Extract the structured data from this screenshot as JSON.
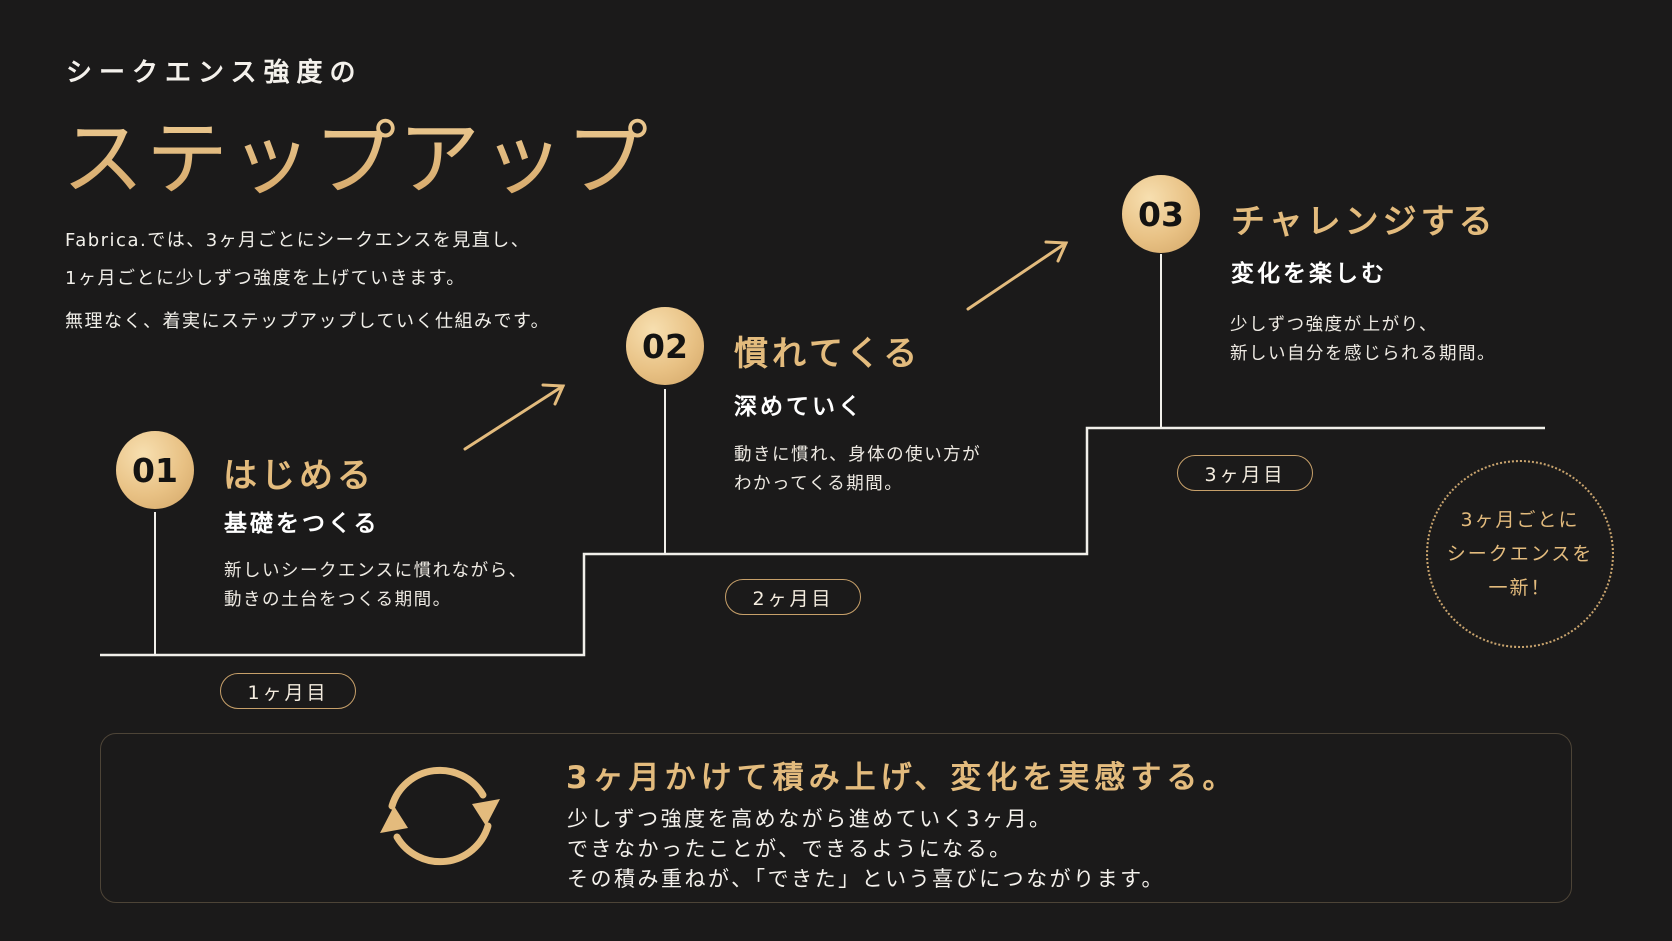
{
  "header": {
    "eyebrow": "シークエンス強度の",
    "title": "ステップアップ",
    "intro_lines": [
      "Fabrica.では、3ヶ月ごとにシークエンスを見直し、",
      "1ヶ月ごとに少しずつ強度を上げていきます。"
    ],
    "intro_highlight": "無理なく、着実にステップアップしていく仕組みです。"
  },
  "steps": [
    {
      "number": "01",
      "title": "はじめる",
      "subtitle": "基礎をつくる",
      "desc_lines": [
        "新しいシークエンスに慣れながら、",
        "動きの土台をつくる期間。"
      ],
      "month": "1ヶ月目"
    },
    {
      "number": "02",
      "title": "慣れてくる",
      "subtitle": "深めていく",
      "desc_lines": [
        "動きに慣れ、身体の使い方が",
        "わかってくる期間。"
      ],
      "month": "2ヶ月目"
    },
    {
      "number": "03",
      "title": "チャレンジする",
      "subtitle": "変化を楽しむ",
      "desc_lines": [
        "少しずつ強度が上がり、",
        "新しい自分を感じられる期間。"
      ],
      "month": "3ヶ月目"
    }
  ],
  "renewal_badge": {
    "lines": [
      "3ヶ月ごとに",
      "シークエンスを",
      "一新！"
    ]
  },
  "summary": {
    "icon": "cycle-arrows-icon",
    "title": "3ヶ月かけて積み上げ、変化を実感する。",
    "lines": [
      "少しずつ強度を高めながら進めていく3ヶ月。",
      "できなかったことが、できるようになる。",
      "その積み重ねが、「できた」という喜びにつながります。"
    ]
  },
  "colors": {
    "background": "#1b1a1a",
    "accent_gold": "#e3bb7d",
    "text_white": "#ffffff"
  }
}
